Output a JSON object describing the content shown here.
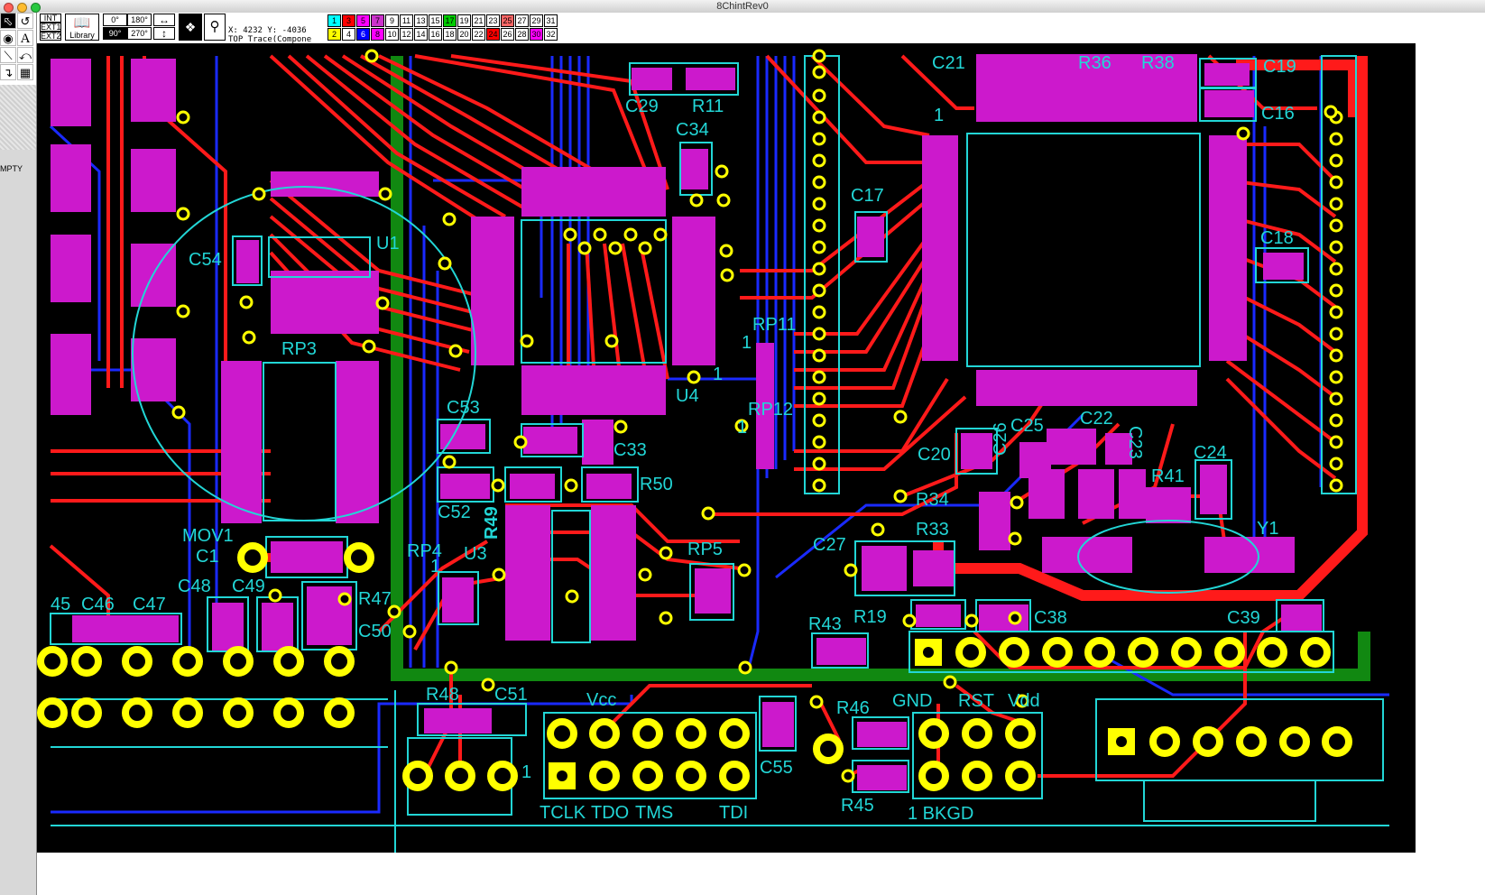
{
  "window": {
    "title": "8ChintRev0"
  },
  "colors": {
    "board": "#000000",
    "top_trace": "#ff1a1a",
    "bottom_trace": "#1a2aff",
    "silkscreen": "#22d6d6",
    "pad": "#cc19cc",
    "via": "#ffff00",
    "ground_plane": "#118811"
  },
  "toolbar": {
    "tools": [
      "pointer-arrow",
      "rotate",
      "via",
      "text",
      "line",
      "arc",
      "trace",
      "component"
    ],
    "buttons": {
      "int": "INT",
      "ext1": "EXT1",
      "ext2": "EXT2",
      "library": "Library",
      "rot0": "0°",
      "rot180": "180°",
      "rot90": "90°",
      "rot270": "270°"
    },
    "coords": {
      "line1": "X: 4232 Y: -4036",
      "line2": "TOP Trace(Compone"
    },
    "layers_top": [
      "1",
      "3",
      "5",
      "7",
      "9",
      "11",
      "13",
      "15",
      "17",
      "19",
      "21",
      "23",
      "25",
      "27",
      "29",
      "31"
    ],
    "layers_bottom": [
      "2",
      "4",
      "6",
      "8",
      "10",
      "12",
      "14",
      "16",
      "18",
      "20",
      "22",
      "24",
      "26",
      "28",
      "30",
      "32"
    ]
  },
  "sidebar": {
    "label": "MPTY"
  },
  "pcb": {
    "component_labels": [
      "C21",
      "R36",
      "R38",
      "C19",
      "C29",
      "R11",
      "C34",
      "C16",
      "C17",
      "C18",
      "C54",
      "U1",
      "RP3",
      "1",
      "RP11",
      "1",
      "U4",
      "1",
      "C53",
      "C33",
      "RP12",
      "1",
      "C20",
      "C25",
      "C26",
      "C22",
      "C23",
      "C24",
      "R41",
      "C52",
      "R49",
      "R50",
      "R34",
      "R33",
      "MOV1",
      "C1",
      "RP4",
      "U3",
      "1",
      "RP5",
      "C27",
      "Y1",
      "45",
      "C46",
      "C47",
      "C48",
      "C49",
      "R47",
      "C50",
      "R43",
      "R19",
      "C38",
      "C39",
      "R48",
      "C51",
      "Vcc",
      "R46",
      "GND",
      "RST",
      "Vdd",
      "C55",
      "1",
      "R45",
      "TCLK",
      "TDO",
      "TMS",
      "TDI",
      "1 BKGD"
    ]
  }
}
